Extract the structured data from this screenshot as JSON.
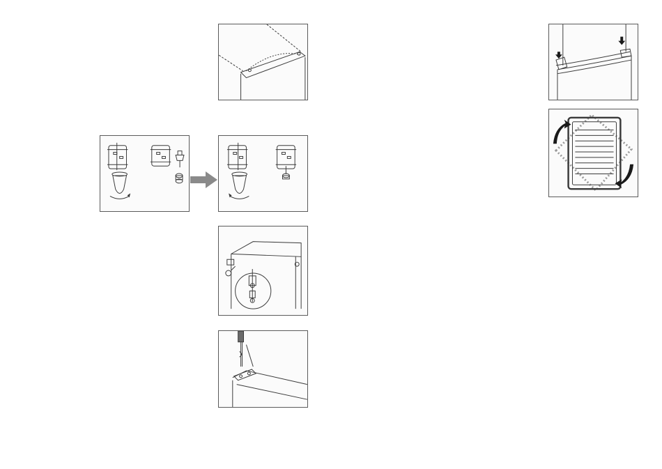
{
  "document": {
    "pages": 2,
    "figures": [
      {
        "id": "top-hinge-cover"
      },
      {
        "id": "hinge-pin-swap-before"
      },
      {
        "id": "hinge-pin-swap-after"
      },
      {
        "id": "bottom-hinge-detail"
      },
      {
        "id": "hinge-screw-fastening"
      },
      {
        "id": "door-top-pressing"
      },
      {
        "id": "door-gasket-rotation"
      }
    ]
  },
  "colors": {
    "line": "#3a3a3a",
    "frame": "#5a5a5a",
    "arrow_fill": "#8a8a8a",
    "background": "#ffffff"
  }
}
